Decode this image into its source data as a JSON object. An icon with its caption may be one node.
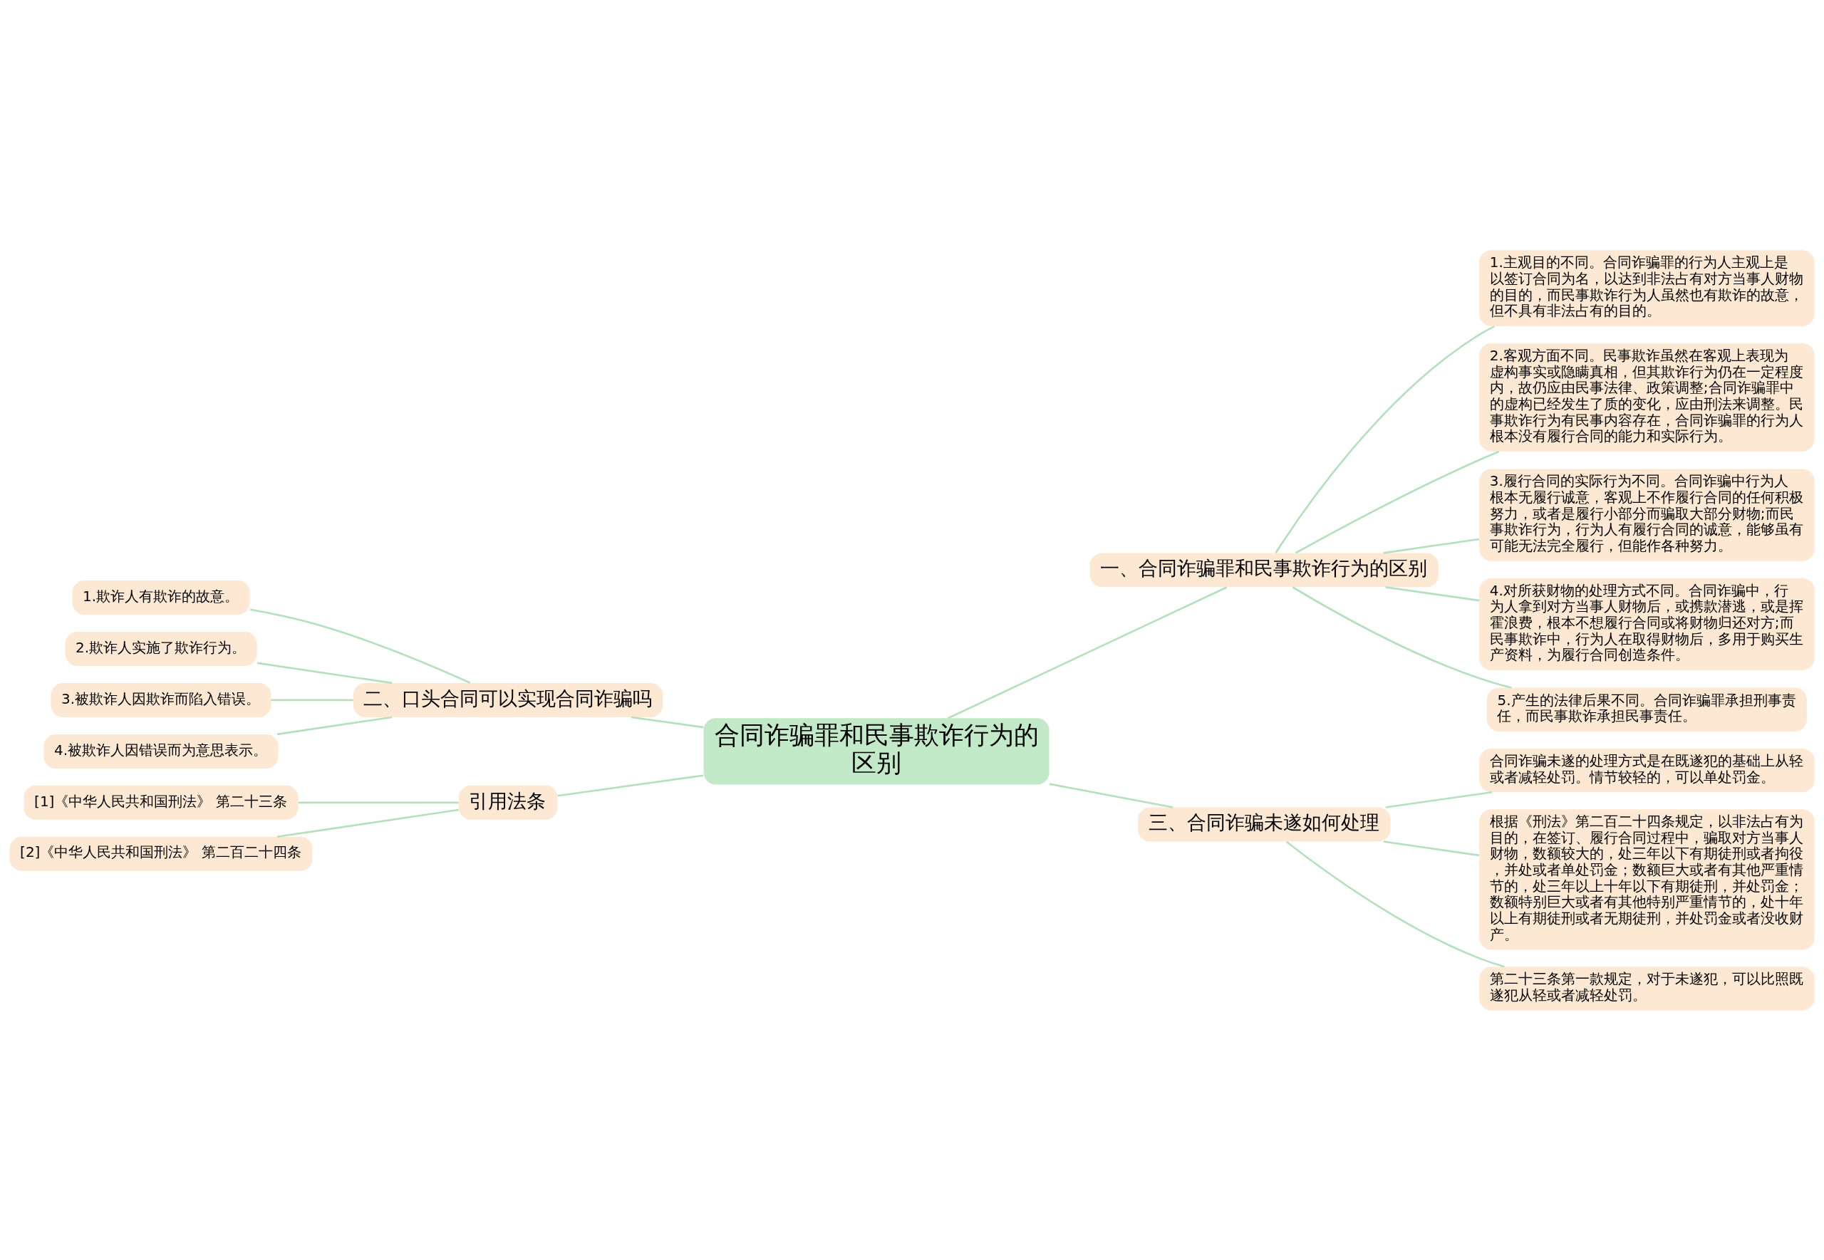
{
  "diagram": {
    "nodes": [
      {
        "text": [
          "合同诈骗罪和民事欺诈行为的区别"
        ]
      },
      {
        "text": [
          "一、合同诈骗罪和民事欺诈行为的区别"
        ]
      },
      {
        "text": [
          "1.主观目的不同。合同诈骗罪的行为人主观上是以签订合同为名，以达到非法占有对方当事人财物的目的，而民事欺诈行为人虽然也有欺诈的故意，但不具有非法占有的目的。"
        ]
      },
      {
        "text": [
          "2.客观方面不同。民事欺诈虽然在客观上表现为虚构事实或隐瞒真相，但其欺诈行为仍在一定程度内，故仍应由民事法律、政策调整;合同诈骗罪中的虚构已经发生了质的变化，应由刑法来调整。民事欺诈行为有民事内容存在，合同诈骗罪的行为人根本没有履行合同的能力和实际行为。"
        ]
      },
      {
        "text": [
          "3.履行合同的实际行为不同。合同诈骗中行为人根本无履行诚意，客观上不作履行合同的任何积极努力，或者是履行小部分而骗取大部分财物;而民事欺诈行为，行为人有履行合同的诚意，能够虽有可能无法完全履行，但能作各种努力。"
        ]
      },
      {
        "text": [
          "4.对所获财物的处理方式不同。合同诈骗中，行为人拿到对方当事人财物后，或携款潜逃，或是挥霍浪费，根本不想履行合同或将财物归还对方;而民事欺诈中，行为人在取得财物后，多用于购买生产资料，为履行合同创造条件。"
        ]
      },
      {
        "text": [
          "5.产生的法律后果不同。合同诈骗罪承担刑事责任，而民事欺诈承担民事责任。"
        ]
      },
      {
        "text": [
          "三、合同诈骗未遂如何处理"
        ]
      },
      {
        "text": [
          "合同诈骗未遂的处理方式是在既遂犯的基础上从轻或者减轻处罚。情节较轻的，可以单处罚金。"
        ]
      },
      {
        "text": [
          "根据《刑法》第二百二十四条规定，以非法占有为目的，在签订、履行合同过程中，骗取对方当事人财物，数额较大的，处三年以下有期徒刑或者拘役，并处或者单处罚金；数额巨大或者有其他严重情节的，处三年以上十年以下有期徒刑，并处罚金；数额特别巨大或者有其他特别严重情节的，处十年以上有期徒刑或者无期徒刑，并处罚金或者没收财产。"
        ]
      },
      {
        "text": [
          "第二十三条第一款规定，对于未遂犯，可以比照既遂犯从轻或者减轻处罚。"
        ]
      },
      {
        "text": [
          "二、口头合同可以实现合同诈骗吗"
        ]
      },
      {
        "text": [
          "1.欺诈人有欺诈的故意。"
        ]
      },
      {
        "text": [
          "2.欺诈人实施了欺诈行为。"
        ]
      },
      {
        "text": [
          "3.被欺诈人因欺诈而陷入错误。"
        ]
      },
      {
        "text": [
          "4.被欺诈人因错误而为意思表示。"
        ]
      },
      {
        "text": [
          "引用法条"
        ]
      },
      {
        "text": [
          "[1]《中华人民共和国刑法》 第二十三条"
        ]
      },
      {
        "text": [
          "[2]《中华人民共和国刑法》 第二百二十四条"
        ]
      }
    ],
    "edges": [
      {
        "from": 0,
        "to": 1,
        "arrow": "none"
      },
      {
        "from": 1,
        "to": 2,
        "arrow": "none"
      },
      {
        "from": 1,
        "to": 3,
        "arrow": "none"
      },
      {
        "from": 1,
        "to": 4,
        "arrow": "none"
      },
      {
        "from": 1,
        "to": 5,
        "arrow": "none"
      },
      {
        "from": 1,
        "to": 6,
        "arrow": "none"
      },
      {
        "from": 0,
        "to": 7,
        "arrow": "none"
      },
      {
        "from": 7,
        "to": 8,
        "arrow": "none"
      },
      {
        "from": 7,
        "to": 9,
        "arrow": "none"
      },
      {
        "from": 7,
        "to": 10,
        "arrow": "none"
      },
      {
        "from": 11,
        "to": 0,
        "arrow": "none"
      },
      {
        "from": 12,
        "to": 11,
        "arrow": "none"
      },
      {
        "from": 13,
        "to": 11,
        "arrow": "none"
      },
      {
        "from": 14,
        "to": 11,
        "arrow": "none"
      },
      {
        "from": 15,
        "to": 11,
        "arrow": "none"
      },
      {
        "from": 16,
        "to": 0,
        "arrow": "none"
      },
      {
        "from": 17,
        "to": 16,
        "arrow": "none"
      },
      {
        "from": 18,
        "to": 16,
        "arrow": "none"
      }
    ]
  }
}
